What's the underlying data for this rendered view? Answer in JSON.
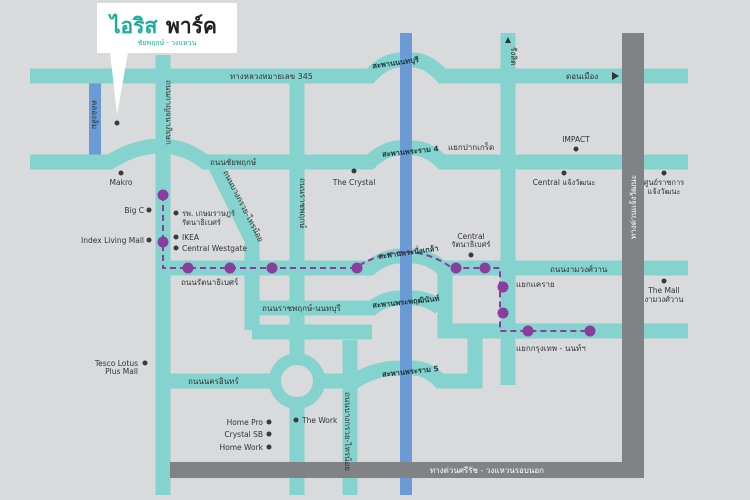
{
  "logo": {
    "title_part1": "ไอริส",
    "title_part2": "พาร์ค",
    "subtitle": "ชัยพฤกษ์ - วงแหวน"
  },
  "colors": {
    "background": "#d9dadc",
    "road": "#85d3cf",
    "river": "#6b9bd6",
    "tollway": "#808285",
    "train": "#8b3d9e",
    "brand": "#1aae9b"
  },
  "roads": {
    "hwy345": "ทางหลวงหมายเลข 345",
    "don_mueang": "ดอนเมือง",
    "chaiyaphruek": "ถนนชัยพฤกษ์",
    "kanchanaphisek": "ถนนกาญจนาภิเษก",
    "bangkruai_sainoi_1": "ถนนบางกรวย-ไทรน้อย",
    "ratchaphruek": "ถนนราชพฤกษ์",
    "rangsit": "รังสิต",
    "rattanathibet": "ถนนรัตนาธิเบศร์",
    "ratchaphruek_nonthaburi": "ถนนราชพฤกษ์-นนทบุรี",
    "ngamwongwan": "ถนนงามวงศ์วาน",
    "nakhon_in": "ถนนนครอินทร์",
    "bangkruai_sainoi_2": "ถนนบางกรวย-ไทรน้อย",
    "tollway_v": "ทางด่วนแจ้งวัฒนะ",
    "tollway_h": "ทางด่วนศรีรัช - วงแหวนรอบนอก",
    "canal": "คลองส้ม"
  },
  "bridges": {
    "nonthaburi": "สะพานนนทบุรี",
    "rama4": "สะพานพระราม 4",
    "pranangklao": "สะพานพระนั่งเกล้า",
    "phra_nang": "สะพานพระพฤฒินันท์",
    "rama5": "สะพานพระราม 5"
  },
  "junctions": {
    "pak_kret": "แยกปากเกร็ด",
    "khae_rai": "แยกแคราย",
    "bkk_nonthaburi": "แยกกรุงเทพ - นนท์ฯ"
  },
  "places": {
    "makro": "Makro",
    "the_crystal": "The Crystal",
    "impact": "IMPACT",
    "central_cw": "Central แจ้งวัฒนะ",
    "govt_center_1": "ศูนย์ราชการ",
    "govt_center_2": "แจ้งวัฒนะ",
    "bigc": "Big C",
    "hospital_1": "รพ. เกษมราษฎร์",
    "hospital_2": "รัตนาธิเบศร์",
    "index": "Index Living Mall",
    "ikea": "IKEA",
    "central_westgate": "Central Westgate",
    "central_rt_1": "Central",
    "central_rt_2": "รัตนาธิเบศร์",
    "the_mall_1": "The Mall",
    "the_mall_2": "งามวงศ์วาน",
    "tesco_1": "Tesco Lotus",
    "tesco_2": "Plus Mall",
    "home_pro": "Home Pro",
    "crystal_sb": "Crystal SB",
    "home_work": "Home Work",
    "the_work": "The Work"
  }
}
